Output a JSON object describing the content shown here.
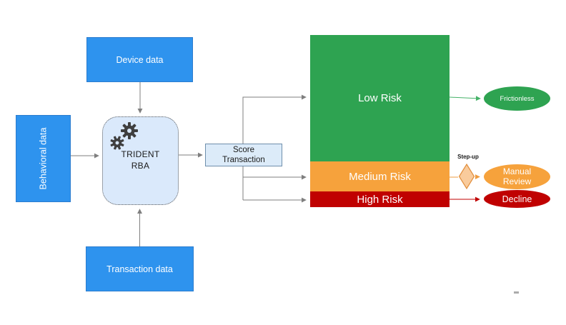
{
  "inputs": {
    "device": "Device data",
    "behavioral": "Behavioral data",
    "transaction": "Transaction data"
  },
  "engine": {
    "name_line1": "TRIDENT",
    "name_line2": "RBA",
    "icon": "gears-icon"
  },
  "score_box": {
    "label": "Score Transaction"
  },
  "risk_levels": [
    {
      "label": "Low Risk",
      "color": "#2EA351",
      "outcome": "Frictionless",
      "outcome_color": "#2EA351"
    },
    {
      "label": "Medium Risk",
      "color": "#F6A23C",
      "outcome": "Manual Review",
      "outcome_color": "#F6A23C"
    },
    {
      "label": "High Risk",
      "color": "#C00101",
      "outcome": "Decline",
      "outcome_color": "#C00101"
    }
  ],
  "labels": {
    "step_up": "Step-up"
  },
  "colors": {
    "input_box_fill": "#2E93EE",
    "engine_fill": "#DAE9FB",
    "score_fill": "#DCEBF9",
    "low_risk": "#2EA351",
    "medium_risk": "#F6A23C",
    "high_risk": "#C00101",
    "connector_gray": "#7F7F7F",
    "arrow_green": "#45B268",
    "arrow_orange": "#EE9B3F",
    "arrow_red": "#C00101",
    "diamond_fill": "#F9CB9C",
    "diamond_stroke": "#E18E3C",
    "gear_gray": "#3F3F3F"
  }
}
